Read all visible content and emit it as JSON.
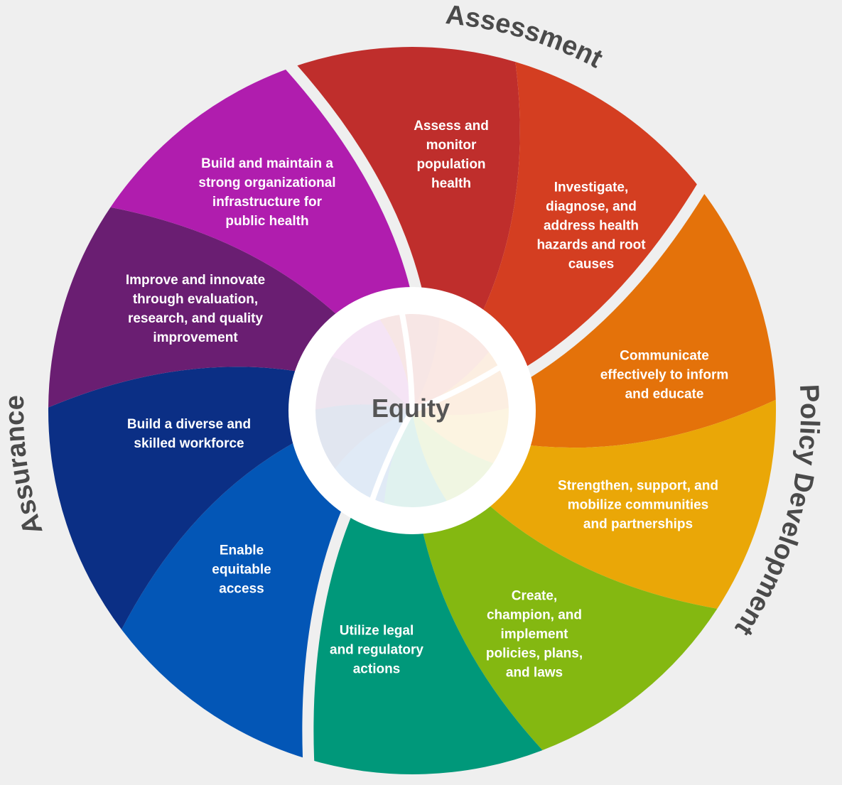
{
  "center_label": "Equity",
  "groups": [
    {
      "name": "Assessment"
    },
    {
      "name": "Policy Development"
    },
    {
      "name": "Assurance"
    }
  ],
  "segments": [
    {
      "text": "Assess and\nmonitor\npopulation\nhealth",
      "color": "#bf2e2c"
    },
    {
      "text": "Investigate,\ndiagnose, and\naddress health\nhazards and root\ncauses",
      "color": "#d43e21"
    },
    {
      "text": "Communicate\neffectively to inform\nand educate",
      "color": "#e4720a"
    },
    {
      "text": "Strengthen, support, and\nmobilize communities\nand partnerships",
      "color": "#eaa707"
    },
    {
      "text": "Create,\nchampion, and\nimplement\npolicies, plans,\nand laws",
      "color": "#84b811"
    },
    {
      "text": "Utilize legal\nand regulatory\nactions",
      "color": "#00987a"
    },
    {
      "text": "Enable\nequitable\naccess",
      "color": "#0356b6"
    },
    {
      "text": "Build a diverse and\nskilled workforce",
      "color": "#0b2f85"
    },
    {
      "text": "Improve and innovate\nthrough evaluation,\nresearch, and quality\nimprovement",
      "color": "#6a1e72"
    },
    {
      "text": "Build and maintain a\nstrong organizational\ninfrastructure for\npublic health",
      "color": "#b01dae"
    }
  ]
}
